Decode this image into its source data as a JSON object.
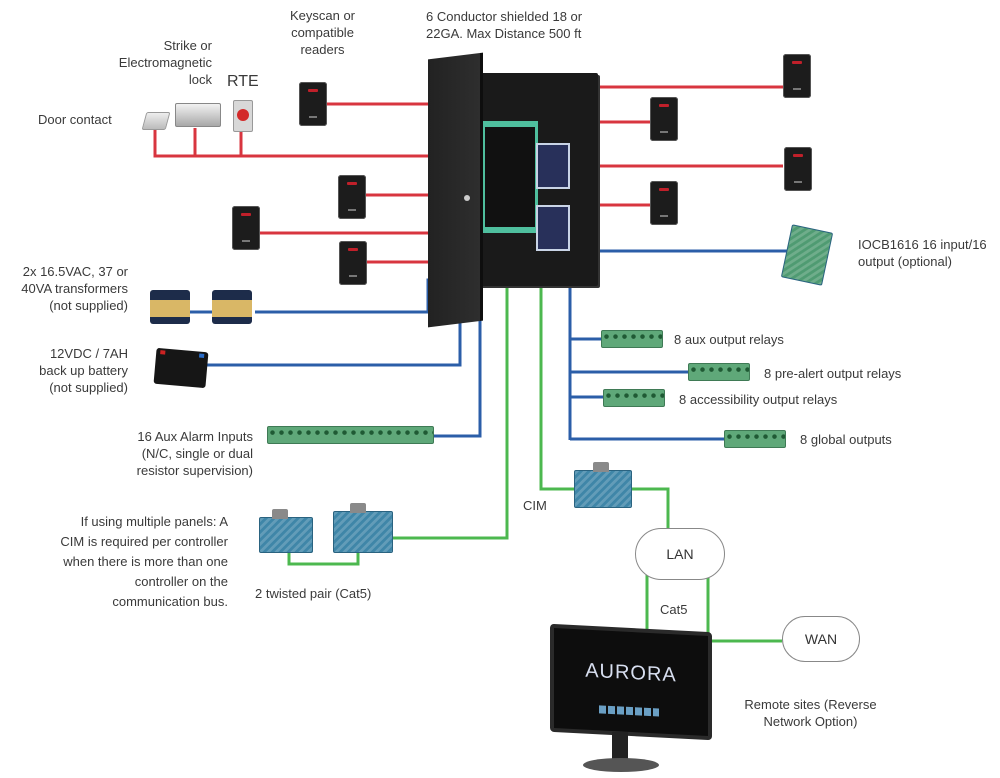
{
  "title": "Keyscan Aurora access control panel wiring diagram",
  "labels": {
    "keyscan_readers": [
      "Keyscan or",
      "compatible",
      "readers"
    ],
    "cable_spec": [
      "6 Conductor shielded 18 or",
      "22GA. Max Distance 500 ft"
    ],
    "strike_lock": [
      "Strike or",
      "Electromagnetic",
      "lock"
    ],
    "rte": "RTE",
    "door_contact": "Door contact",
    "transformers": [
      "2x 16.5VAC, 37 or",
      "40VA transformers",
      "(not supplied)"
    ],
    "battery": [
      "12VDC / 7AH",
      "back up battery",
      "(not supplied)"
    ],
    "aux_alarm_inputs": [
      "16 Aux Alarm Inputs",
      "(N/C, single or dual",
      "resistor supervision)"
    ],
    "multiple_panels": [
      "If using multiple panels: A",
      "CIM is required per controller",
      "when there is more than one",
      "controller on the",
      "communication bus."
    ],
    "twisted_pair": "2 twisted pair (Cat5)",
    "iocb": [
      "IOCB1616 16 input/16",
      "output (optional)"
    ],
    "aux_output_relays": "8 aux output relays",
    "pre_alert_relays": "8 pre-alert output relays",
    "accessibility_relays": "8 accessibility output relays",
    "global_outputs": "8 global outputs",
    "cim": "CIM",
    "lan": "LAN",
    "cat5": "Cat5",
    "wan": "WAN",
    "remote_sites": [
      "Remote sites (Reverse",
      "Network Option)"
    ],
    "monitor_brand": "AURORA"
  },
  "colors": {
    "reader_wire": "#d8353f",
    "power_wire": "#2b5ea8",
    "network_wire": "#4cb84f",
    "panel": "#1e1e1e",
    "terminal": "#5fa879"
  }
}
